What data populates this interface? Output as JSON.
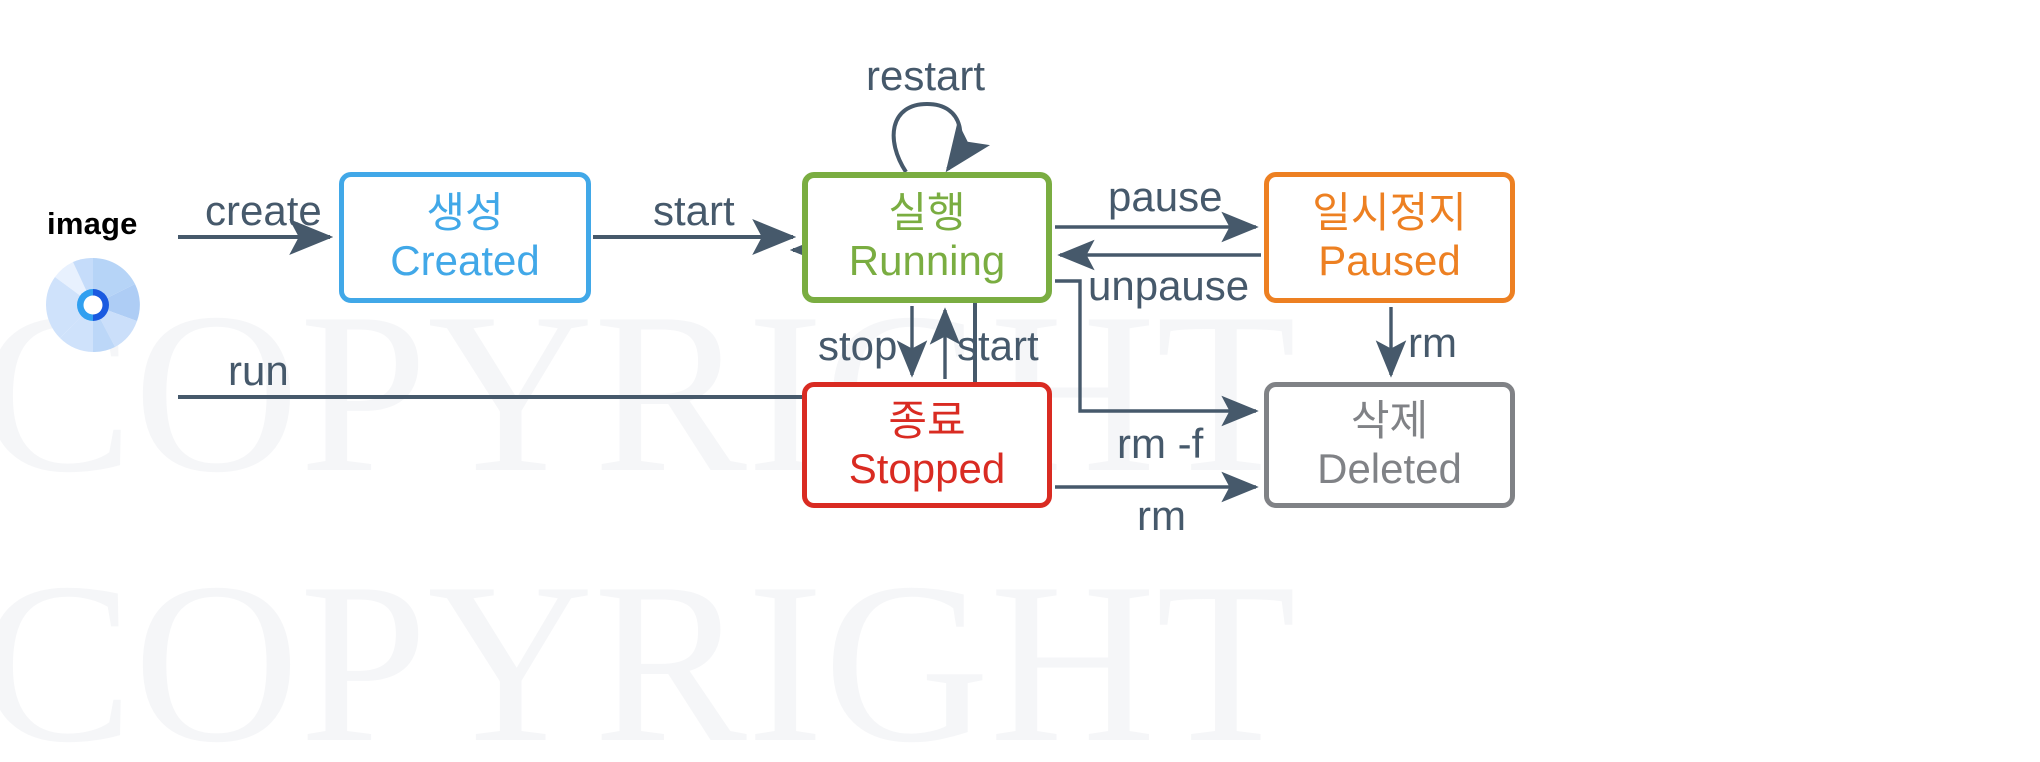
{
  "diagram": {
    "title": "Docker container lifecycle state diagram",
    "source_label": "image",
    "source_icon": "disc-icon",
    "watermark_text": "COPYRIGHT",
    "colors": {
      "created": "#41a8e8",
      "running": "#7aad41",
      "paused": "#ed8022",
      "stopped": "#d92b22",
      "deleted": "#808286",
      "edge": "#46596b",
      "background": "#ffffff",
      "image_label": "#000000"
    },
    "states": [
      {
        "id": "created",
        "ko": "생성",
        "en": "Created",
        "color": "#41a8e8"
      },
      {
        "id": "running",
        "ko": "실행",
        "en": "Running",
        "color": "#7aad41"
      },
      {
        "id": "paused",
        "ko": "일시정지",
        "en": "Paused",
        "color": "#ed8022"
      },
      {
        "id": "stopped",
        "ko": "종료",
        "en": "Stopped",
        "color": "#d92b22"
      },
      {
        "id": "deleted",
        "ko": "삭제",
        "en": "Deleted",
        "color": "#808286"
      }
    ],
    "transitions": [
      {
        "id": "create",
        "label": "create",
        "from": "image",
        "to": "created"
      },
      {
        "id": "run",
        "label": "run",
        "from": "image",
        "to": "running"
      },
      {
        "id": "start1",
        "label": "start",
        "from": "created",
        "to": "running"
      },
      {
        "id": "restart",
        "label": "restart",
        "from": "running",
        "to": "running"
      },
      {
        "id": "pause",
        "label": "pause",
        "from": "running",
        "to": "paused"
      },
      {
        "id": "unpause",
        "label": "unpause",
        "from": "paused",
        "to": "running"
      },
      {
        "id": "stop",
        "label": "stop",
        "from": "running",
        "to": "stopped"
      },
      {
        "id": "start2",
        "label": "start",
        "from": "stopped",
        "to": "running"
      },
      {
        "id": "rmf",
        "label": "rm -f",
        "from": "running",
        "to": "deleted"
      },
      {
        "id": "rm_stop",
        "label": "rm",
        "from": "stopped",
        "to": "deleted"
      },
      {
        "id": "rm_paus",
        "label": "rm",
        "from": "paused",
        "to": "deleted"
      }
    ]
  }
}
